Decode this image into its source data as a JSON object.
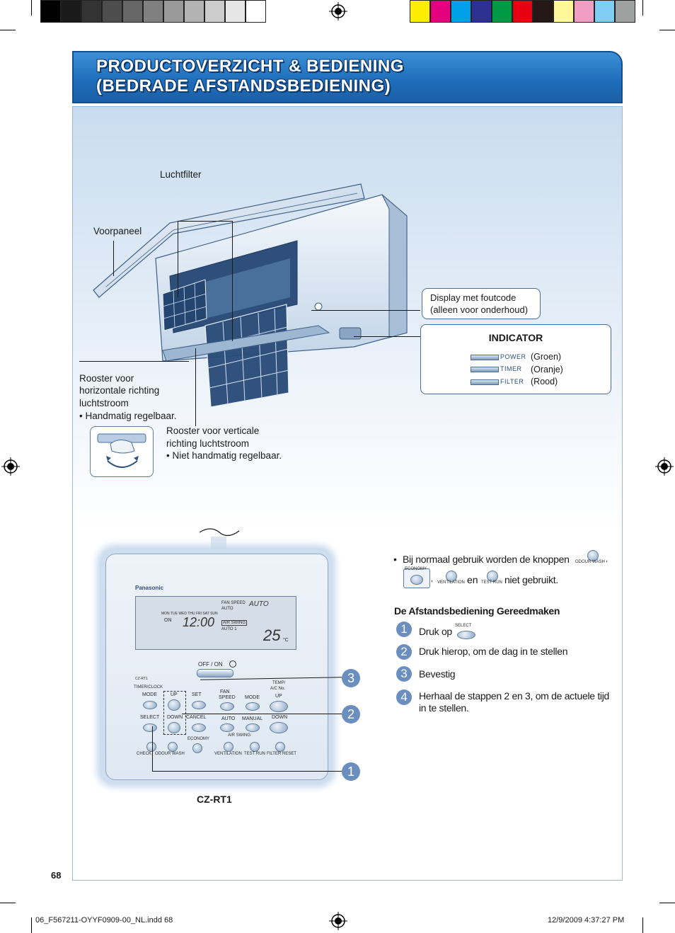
{
  "colors": {
    "gray_swatches": [
      "#000000",
      "#1a1a1a",
      "#333333",
      "#4d4d4d",
      "#666666",
      "#808080",
      "#999999",
      "#b3b3b3",
      "#cccccc",
      "#e6e6e6",
      "#ffffff"
    ],
    "color_swatches": [
      "#ffed00",
      "#e4007f",
      "#00a0e9",
      "#2e3192",
      "#009944",
      "#e60012",
      "#231815",
      "#fff799",
      "#f19ec2",
      "#7ecef4",
      "#9fa0a0"
    ],
    "title_blue": "#1f6fbd",
    "accent_blue": "#6a8fbf"
  },
  "title": {
    "line1": "PRODUCTOVERZICHT & BEDIENING",
    "line2": "(BEDRADE AFSTANDSBEDIENING)"
  },
  "diagram": {
    "luchtfilter": "Luchtfilter",
    "voorpaneel": "Voorpaneel",
    "display_line1": "Display met foutcode",
    "display_line2": "(alleen voor onderhoud)",
    "indicator_title": "INDICATOR",
    "indicators": [
      {
        "name": "POWER",
        "color": "(Groen)"
      },
      {
        "name": "TIMER",
        "color": "(Oranje)"
      },
      {
        "name": "FILTER",
        "color": "(Rood)"
      }
    ],
    "rooster_h_1": "Rooster voor",
    "rooster_h_2": "horizontale richting",
    "rooster_h_3": "luchtstroom",
    "rooster_h_4": "• Handmatig regelbaar.",
    "rooster_v_1": "Rooster voor verticale",
    "rooster_v_2": "richting luchtstroom",
    "rooster_v_3": "• Niet handmatig regelbaar."
  },
  "remote": {
    "brand": "Panasonic",
    "days": "MON TUE WED THU  FRI  SAT  SUN",
    "on": "ON",
    "time": "12:00",
    "fan_speed": "FAN SPEED",
    "auto": "AUTO",
    "air_swing": "AIR SWING",
    "auto1": "AUTO 1",
    "auto_big": "AUTO",
    "temp": "25",
    "temp_unit": "°C",
    "off_on": "OFF / ON",
    "model_small": "CZ-RT1",
    "timer_clock": "TIMER/CLOCK",
    "mode_left": "MODE",
    "up": "UP",
    "set": "SET",
    "fan": "FAN",
    "speed": "SPEED",
    "mode": "MODE",
    "temp_ac_1": "TEMP/",
    "temp_ac_2": "A/C No.",
    "temp_up": "UP",
    "select": "SELECT",
    "down": "DOWN",
    "cancel": "CANCEL",
    "auto_btn": "AUTO",
    "manual": "MANUAL",
    "temp_down": "DOWN",
    "economy": "ECONOMY",
    "air_swing_lbl": "AIR SWING",
    "check": "CHECK",
    "odour_wash": "ODOUR WASH",
    "ventilation": "VENTILATION",
    "test_run": "TEST RUN",
    "filter_reset": "FILTER RESET",
    "model": "CZ-RT1",
    "callouts": [
      "3",
      "2",
      "1"
    ]
  },
  "instructions": {
    "bullet": "•",
    "note_a": "Bij normaal gebruik worden de knoppen",
    "odour_wash": "ODOUR WASH",
    "economy": "ECONOMY",
    "ventilation": "VENTILATION",
    "en": "en",
    "test_run": "TEST RUN",
    "note_b": "niet gebruikt.",
    "comma": ",",
    "heading": "De Afstandsbediening Gereedmaken",
    "steps": [
      {
        "num": "1",
        "text": "Druk op",
        "select": "SELECT"
      },
      {
        "num": "2",
        "text": "Druk hierop, om de dag in te stellen"
      },
      {
        "num": "3",
        "text": "Bevestig"
      },
      {
        "num": "4",
        "text": "Herhaal de stappen 2 en 3, om de actuele tijd",
        "text2": "in te stellen."
      }
    ]
  },
  "footer": {
    "page_number": "68",
    "file": "06_F567211-OYYF0909-00_NL.indd   68",
    "date": "12/9/2009   4:37:27 PM"
  }
}
